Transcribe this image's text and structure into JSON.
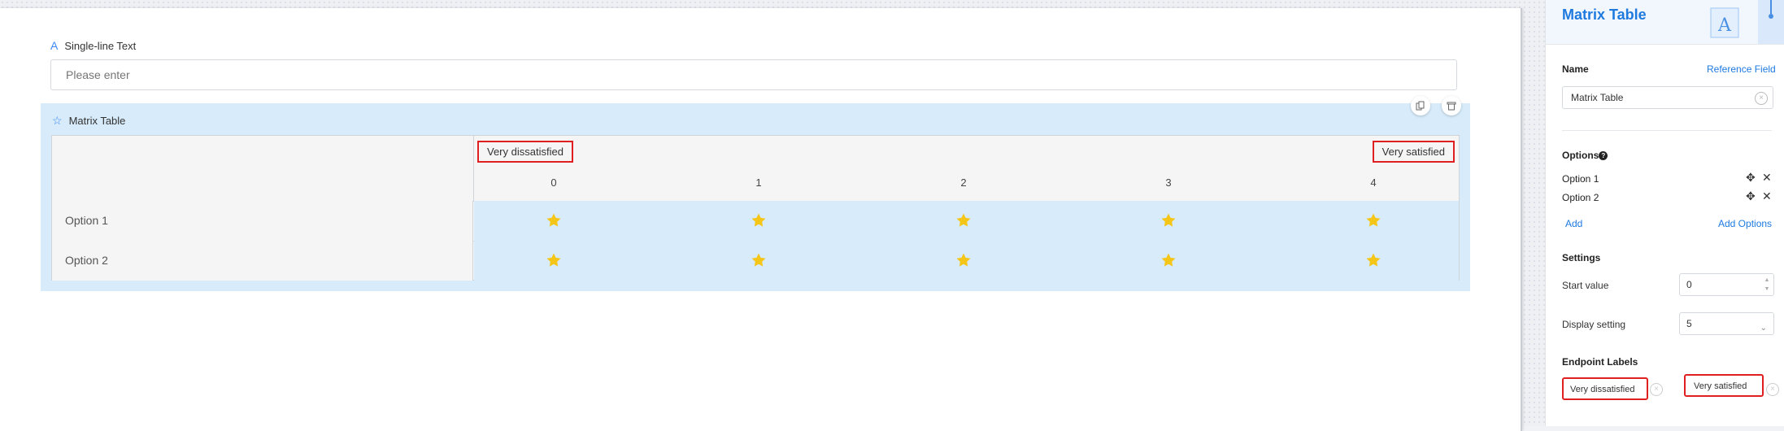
{
  "form": {
    "single_line": {
      "label": "Single-line Text",
      "placeholder": "Please enter"
    },
    "matrix": {
      "title": "Matrix Table",
      "endpoint_left": "Very dissatisfied",
      "endpoint_right": "Very satisfied",
      "columns": [
        "0",
        "1",
        "2",
        "3",
        "4"
      ],
      "rows": [
        "Option 1",
        "Option 2"
      ]
    }
  },
  "panel": {
    "title": "Matrix Table",
    "name_label": "Name",
    "reference_field": "Reference Field",
    "name_value": "Matrix Table",
    "options_label": "Options",
    "options": [
      "Option 1",
      "Option 2"
    ],
    "add": "Add",
    "add_options": "Add Options",
    "settings_label": "Settings",
    "start_value_label": "Start value",
    "start_value": "0",
    "display_setting_label": "Display setting",
    "display_setting": "5",
    "endpoint_labels_title": "Endpoint Labels",
    "endpoint_left": "Very dissatisfied",
    "endpoint_right": "Very satisfied"
  },
  "colors": {
    "accent": "#1f7ae0",
    "star": "#f5c518",
    "highlight": "#e02020",
    "matrix_bg": "#d7ebfa"
  }
}
